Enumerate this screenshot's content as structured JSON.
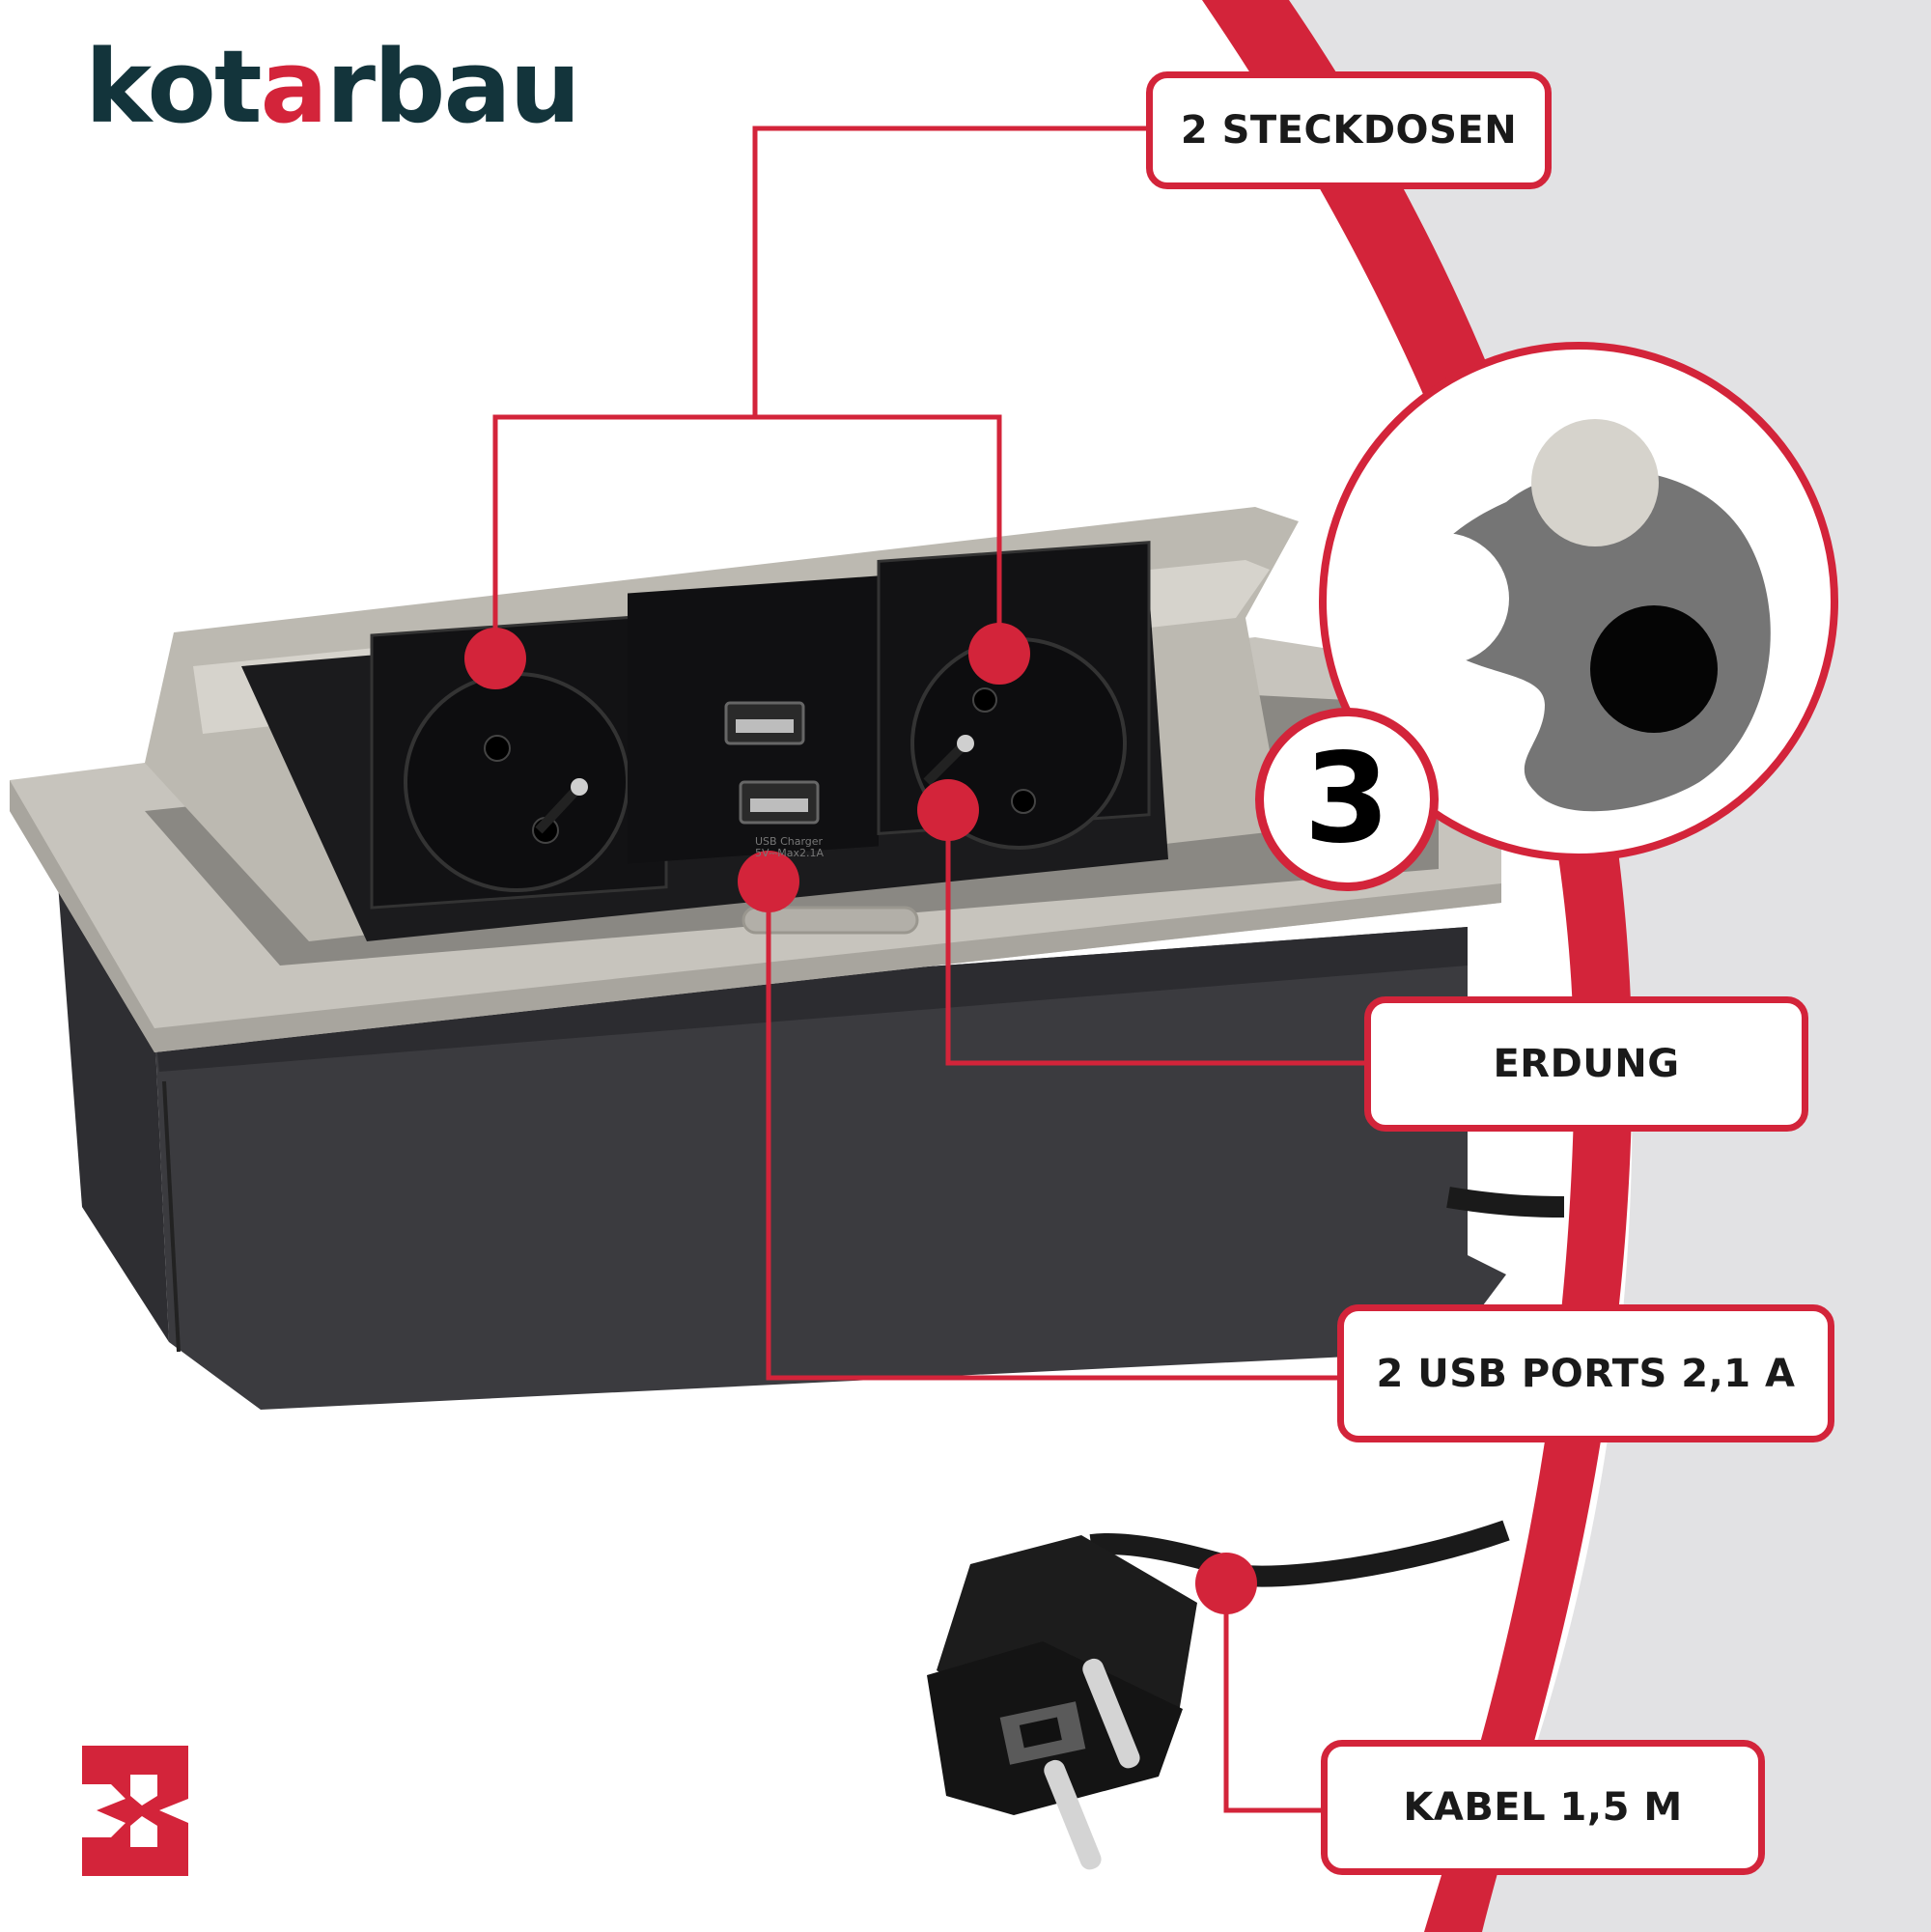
{
  "brand": {
    "logo_pre": "kot",
    "logo_accent": "a",
    "logo_post": "rbau"
  },
  "callouts": {
    "sockets": "2 STECKDOSEN",
    "grounding": "ERDUNG",
    "usb": "2 USB PORTS 2,1 A",
    "cable": "KABEL 1,5 M"
  },
  "badge": {
    "number": "3"
  },
  "product": {
    "usb_label_line1": "USB  Charger",
    "usb_label_line2": "5V⎓Max2.1A"
  },
  "colors": {
    "accent": "#d3243a",
    "dark": "#13343b",
    "grey_bg": "#e2e2e4"
  },
  "icons": [
    "three-hole-plug-icon",
    "brand-mark-icon"
  ]
}
